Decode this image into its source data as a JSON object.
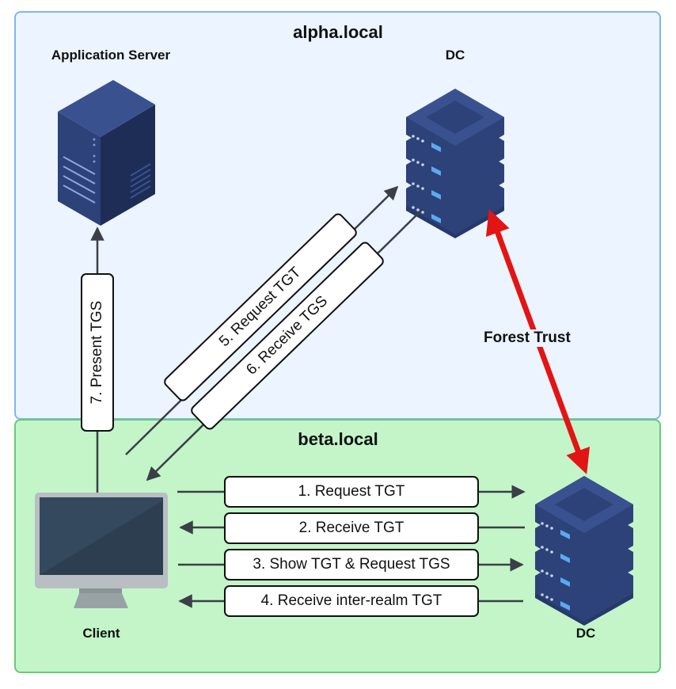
{
  "zones": {
    "alpha": {
      "title": "alpha.local"
    },
    "beta": {
      "title": "beta.local"
    }
  },
  "nodes": {
    "app_server": {
      "label": "Application Server"
    },
    "alpha_dc": {
      "label": "DC"
    },
    "beta_dc": {
      "label": "DC"
    },
    "client": {
      "label": "Client"
    }
  },
  "messages": {
    "m1": "1. Request TGT",
    "m2": "2. Receive TGT",
    "m3": "3. Show TGT & Request TGS",
    "m4": "4. Receive inter-realm TGT",
    "m5": "5. Request TGT",
    "m6": "6. Receive TGS",
    "m7": "7. Present TGS"
  },
  "trust": {
    "label": "Forest Trust",
    "color": "#e31414"
  },
  "colors": {
    "arrow": "#3b3f47",
    "server_dark": "#1e2d56",
    "server_mid": "#2d4278",
    "server_light": "#3a5190",
    "led": "#5aaaf0",
    "monitor_frame": "#b9bec2",
    "monitor_screen": "#34495e"
  }
}
